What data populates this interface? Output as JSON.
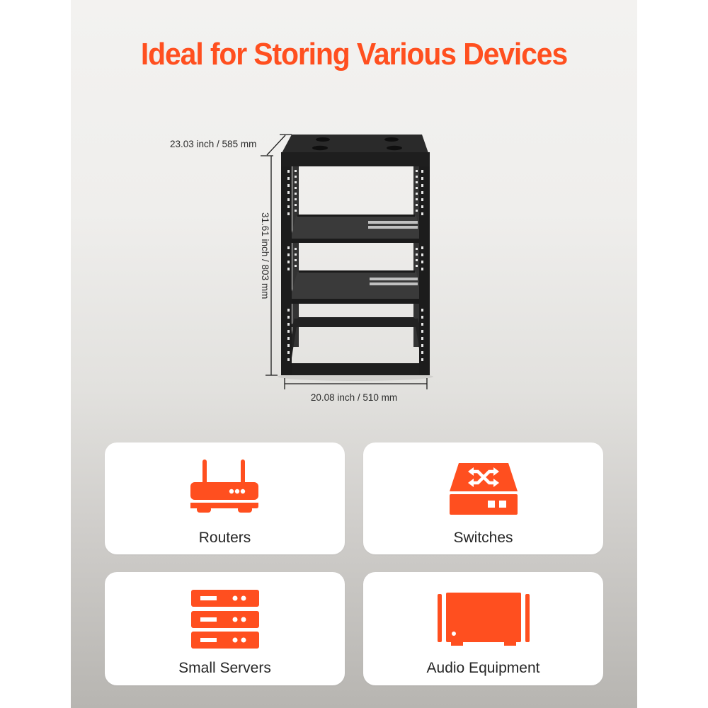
{
  "title": "Ideal for Storing Various Devices",
  "accent_color": "#ff4f1f",
  "dimensions": {
    "depth": "23.03 inch / 585 mm",
    "height": "31.61 inch / 803 mm",
    "width": "20.08 inch / 510 mm"
  },
  "product_image": {
    "subject": "open-frame-server-rack",
    "description": "4-post black open frame rack with top plate, two shelves and bottom frame"
  },
  "devices": [
    {
      "label": "Routers",
      "icon": "router-icon"
    },
    {
      "label": "Switches",
      "icon": "network-switch-icon"
    },
    {
      "label": "Small Servers",
      "icon": "server-stack-icon"
    },
    {
      "label": "Audio Equipment",
      "icon": "amplifier-icon"
    }
  ]
}
